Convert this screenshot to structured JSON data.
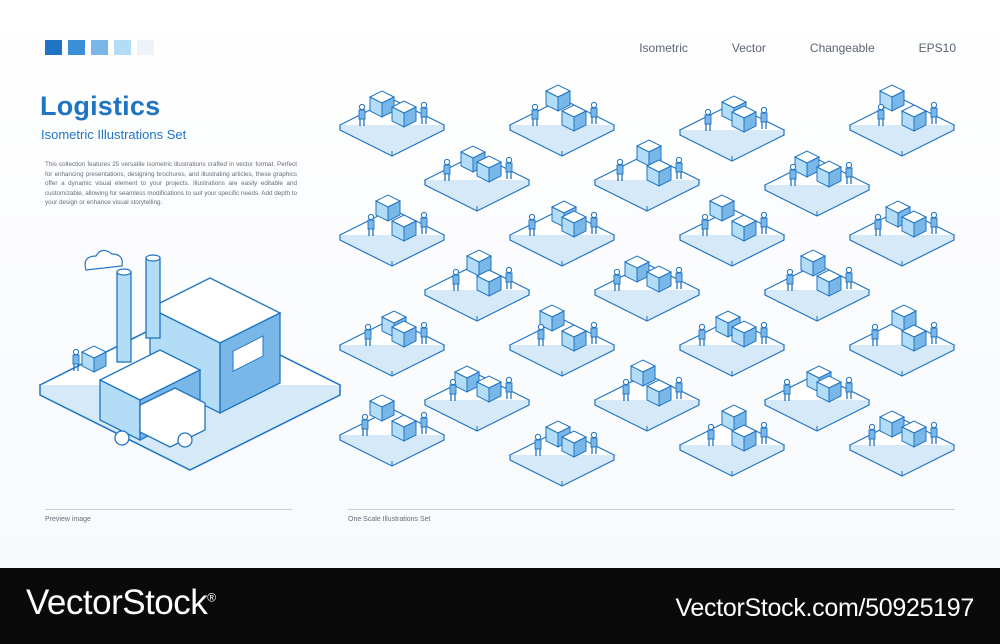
{
  "header": {
    "swatch_colors": [
      "#1f74c4",
      "#3a8fd6",
      "#78b7e8",
      "#b3dcf6",
      "#eef3f9"
    ],
    "tags": [
      "Isometric",
      "Vector",
      "Changeable",
      "EPS10"
    ]
  },
  "intro": {
    "title": "Logistics",
    "subtitle": "Isometric Illustrations Set",
    "description": "This collection features 25 versatile isometric illustrations crafted in vector format. Perfect for enhancing presentations, designing brochures, and illustrating articles, these graphics offer a dynamic visual element to your projects. Illustrations are easily editable and customizable, allowing for seamless modifications to suit your specific needs. Add depth to your design or enhance visual storytelling."
  },
  "captions": {
    "left": "Preview image",
    "right": "One Scale Illustrations Set"
  },
  "hero": {
    "icon": "factory-truck-worker-icon"
  },
  "tiles": [
    {
      "icon": "factory-truck-icon"
    },
    {
      "icon": "cargo-ship-plane-icon"
    },
    {
      "icon": "warehouse-map-icon"
    },
    {
      "icon": "delivery-truck-map-icon"
    },
    {
      "icon": "warehouse-truck-icon"
    },
    {
      "icon": "team-meeting-icon"
    },
    {
      "icon": "boxes-crane-icon"
    },
    {
      "icon": "magnifier-people-icon"
    },
    {
      "icon": "laptop-route-icon"
    },
    {
      "icon": "gears-icon"
    },
    {
      "icon": "hand-truck-card-icon"
    },
    {
      "icon": "report-chart-icon"
    },
    {
      "icon": "presentation-team-icon"
    },
    {
      "icon": "map-pin-icon"
    },
    {
      "icon": "lightbulb-compass-icon"
    },
    {
      "icon": "puzzle-people-icon"
    },
    {
      "icon": "globe-cursor-icon"
    },
    {
      "icon": "celebration-people-icon"
    },
    {
      "icon": "globe-people-icon"
    },
    {
      "icon": "laptop-search-icon"
    },
    {
      "icon": "target-arrow-icon"
    },
    {
      "icon": "delivery-truck-icon"
    },
    {
      "icon": "route-tablet-icon"
    },
    {
      "icon": "shopping-bag-gift-icon"
    },
    {
      "icon": "location-coin-icon"
    }
  ],
  "watermark": {
    "brand": "VectorStock",
    "registered": "®",
    "url": "VectorStock.com/50925197"
  }
}
